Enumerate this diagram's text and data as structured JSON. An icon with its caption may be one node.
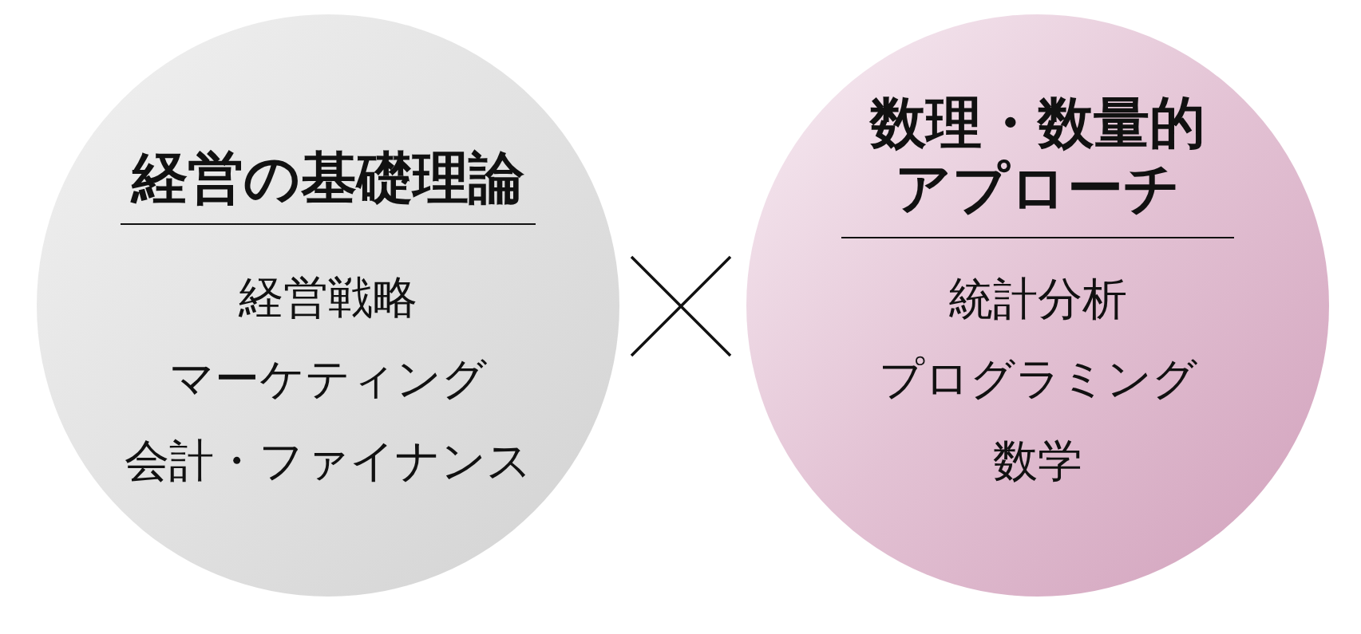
{
  "diagram": {
    "nodes": [
      {
        "text": [
          "経営の基礎理論",
          "経営戦略",
          "マーケティング",
          "会計・ファイナンス"
        ]
      },
      {
        "text": [
          "数理・数量的アプローチ",
          "統計分析",
          "プログラミング",
          "数学"
        ]
      }
    ]
  }
}
